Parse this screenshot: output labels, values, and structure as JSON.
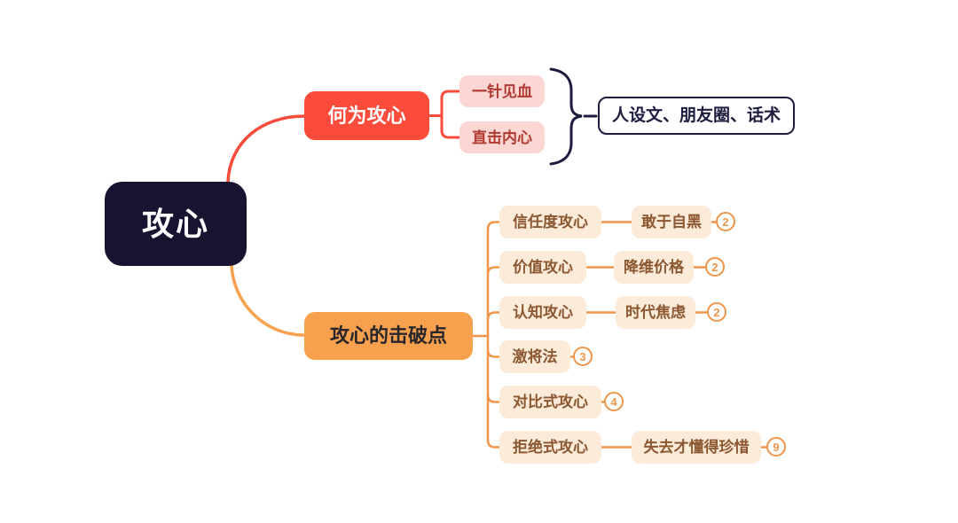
{
  "root": {
    "label": "攻心"
  },
  "branch1": {
    "label": "何为攻心",
    "children": [
      {
        "label": "一针见血"
      },
      {
        "label": "直击内心"
      }
    ],
    "summary": {
      "label": "人设文、朋友圈、话术"
    }
  },
  "branch2": {
    "label": "攻心的击破点",
    "children": [
      {
        "label": "信任度攻心",
        "child": "敢于自黑",
        "badge": "2"
      },
      {
        "label": "价值攻心",
        "child": "降维价格",
        "badge": "2"
      },
      {
        "label": "认知攻心",
        "child": "时代焦虑",
        "badge": "2"
      },
      {
        "label": "激将法",
        "badge": "3"
      },
      {
        "label": "对比式攻心",
        "badge": "4"
      },
      {
        "label": "拒绝式攻心",
        "child": "失去才懂得珍惜",
        "badge": "9"
      }
    ]
  },
  "colors": {
    "root_bg": "#161431",
    "red": "#fa4b3b",
    "pink_bg": "#fbd6d2",
    "pink_text": "#b03a32",
    "navy": "#1d1c3f",
    "orange_bg": "#f7a14e",
    "orange_line": "#ef964c",
    "cream_bg": "#fcebd9",
    "cream_text": "#8a5730",
    "background": "#ffffff"
  }
}
